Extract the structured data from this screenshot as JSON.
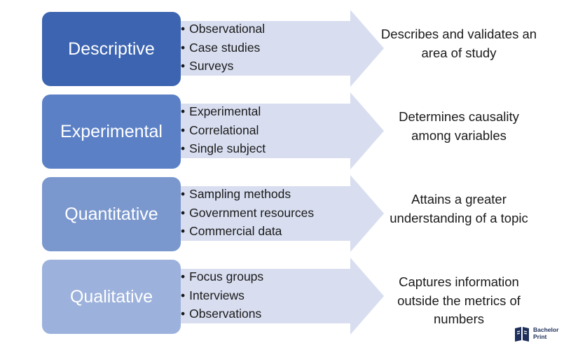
{
  "rows": [
    {
      "title": "Descriptive",
      "color": "#3c64b0",
      "items": [
        "Observational",
        "Case studies",
        "Surveys"
      ],
      "description": "Describes and validates an area of study"
    },
    {
      "title": "Experimental",
      "color": "#5b80c6",
      "items": [
        "Experimental",
        "Correlational",
        "Single subject"
      ],
      "description": "Determines causality among variables"
    },
    {
      "title": "Quantitative",
      "color": "#7a97ce",
      "items": [
        "Sampling methods",
        "Government resources",
        "Commercial data"
      ],
      "description": "Attains a greater understanding of a topic"
    },
    {
      "title": "Qualitative",
      "color": "#9cb1dc",
      "items": [
        "Focus groups",
        "Interviews",
        "Observations"
      ],
      "description": "Captures information outside the metrics of numbers"
    }
  ],
  "arrow_color": "#d8def0",
  "logo": {
    "text_line1": "Bachelor",
    "text_line2": "Print",
    "color": "#1d2f5a"
  }
}
